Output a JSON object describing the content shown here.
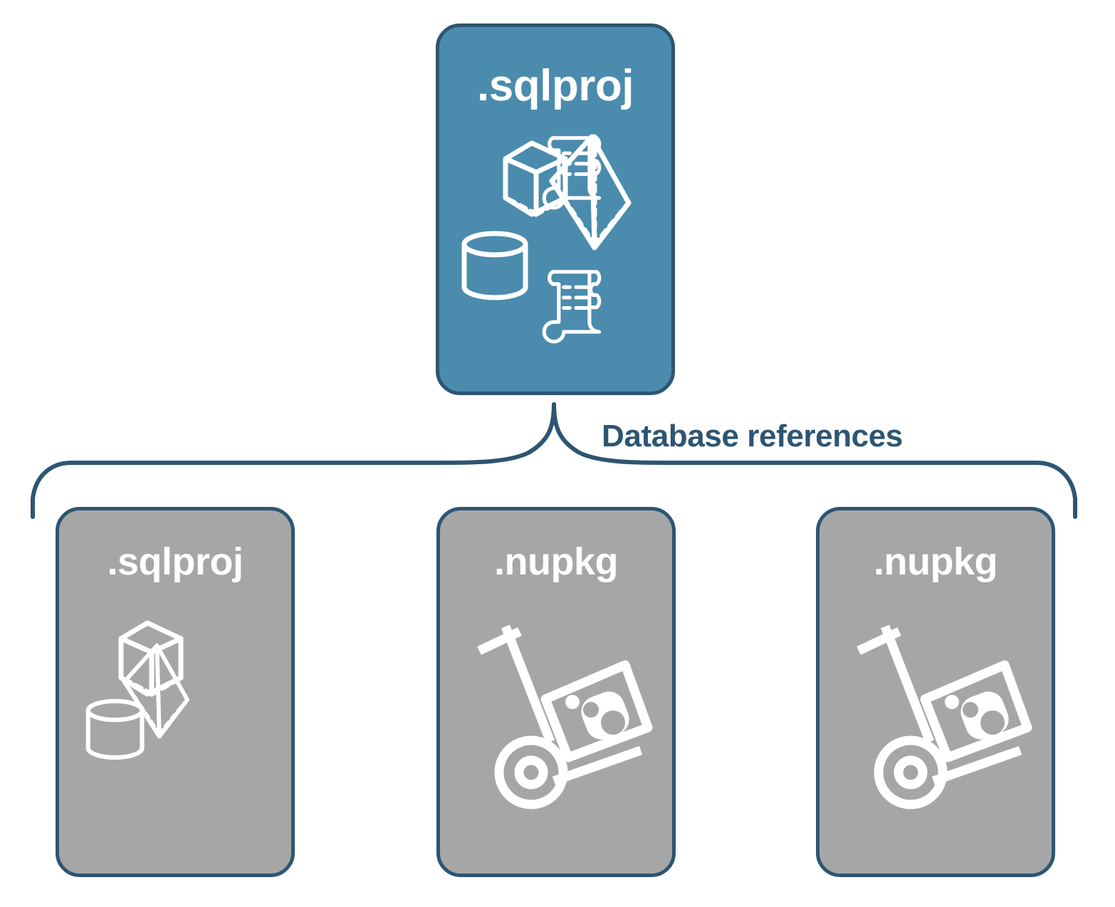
{
  "diagram": {
    "title_text": "Database references",
    "background_color": "#ffffff",
    "border_color": "#2d5572",
    "accent_color": "#4a8bae",
    "neutral_color": "#a6a6a6",
    "icon_color": "#ffffff"
  },
  "root_node": {
    "label": ".sqlproj",
    "fill": "#4a8bae",
    "icons": [
      "cube-icon",
      "pyramid-icon",
      "cylinder-icon",
      "script-scroll-icon",
      "script-scroll-icon"
    ]
  },
  "connector": {
    "label": "Database references",
    "color": "#2d5572",
    "style": "curly-brace"
  },
  "referenced_nodes": [
    {
      "label": ".sqlproj",
      "fill": "#a6a6a6",
      "icons": [
        "cube-icon",
        "pyramid-icon",
        "cylinder-icon"
      ]
    },
    {
      "label": ".nupkg",
      "fill": "#a6a6a6",
      "icons": [
        "nuget-hand-truck-icon"
      ]
    },
    {
      "label": ".nupkg",
      "fill": "#a6a6a6",
      "icons": [
        "nuget-hand-truck-icon"
      ]
    }
  ]
}
